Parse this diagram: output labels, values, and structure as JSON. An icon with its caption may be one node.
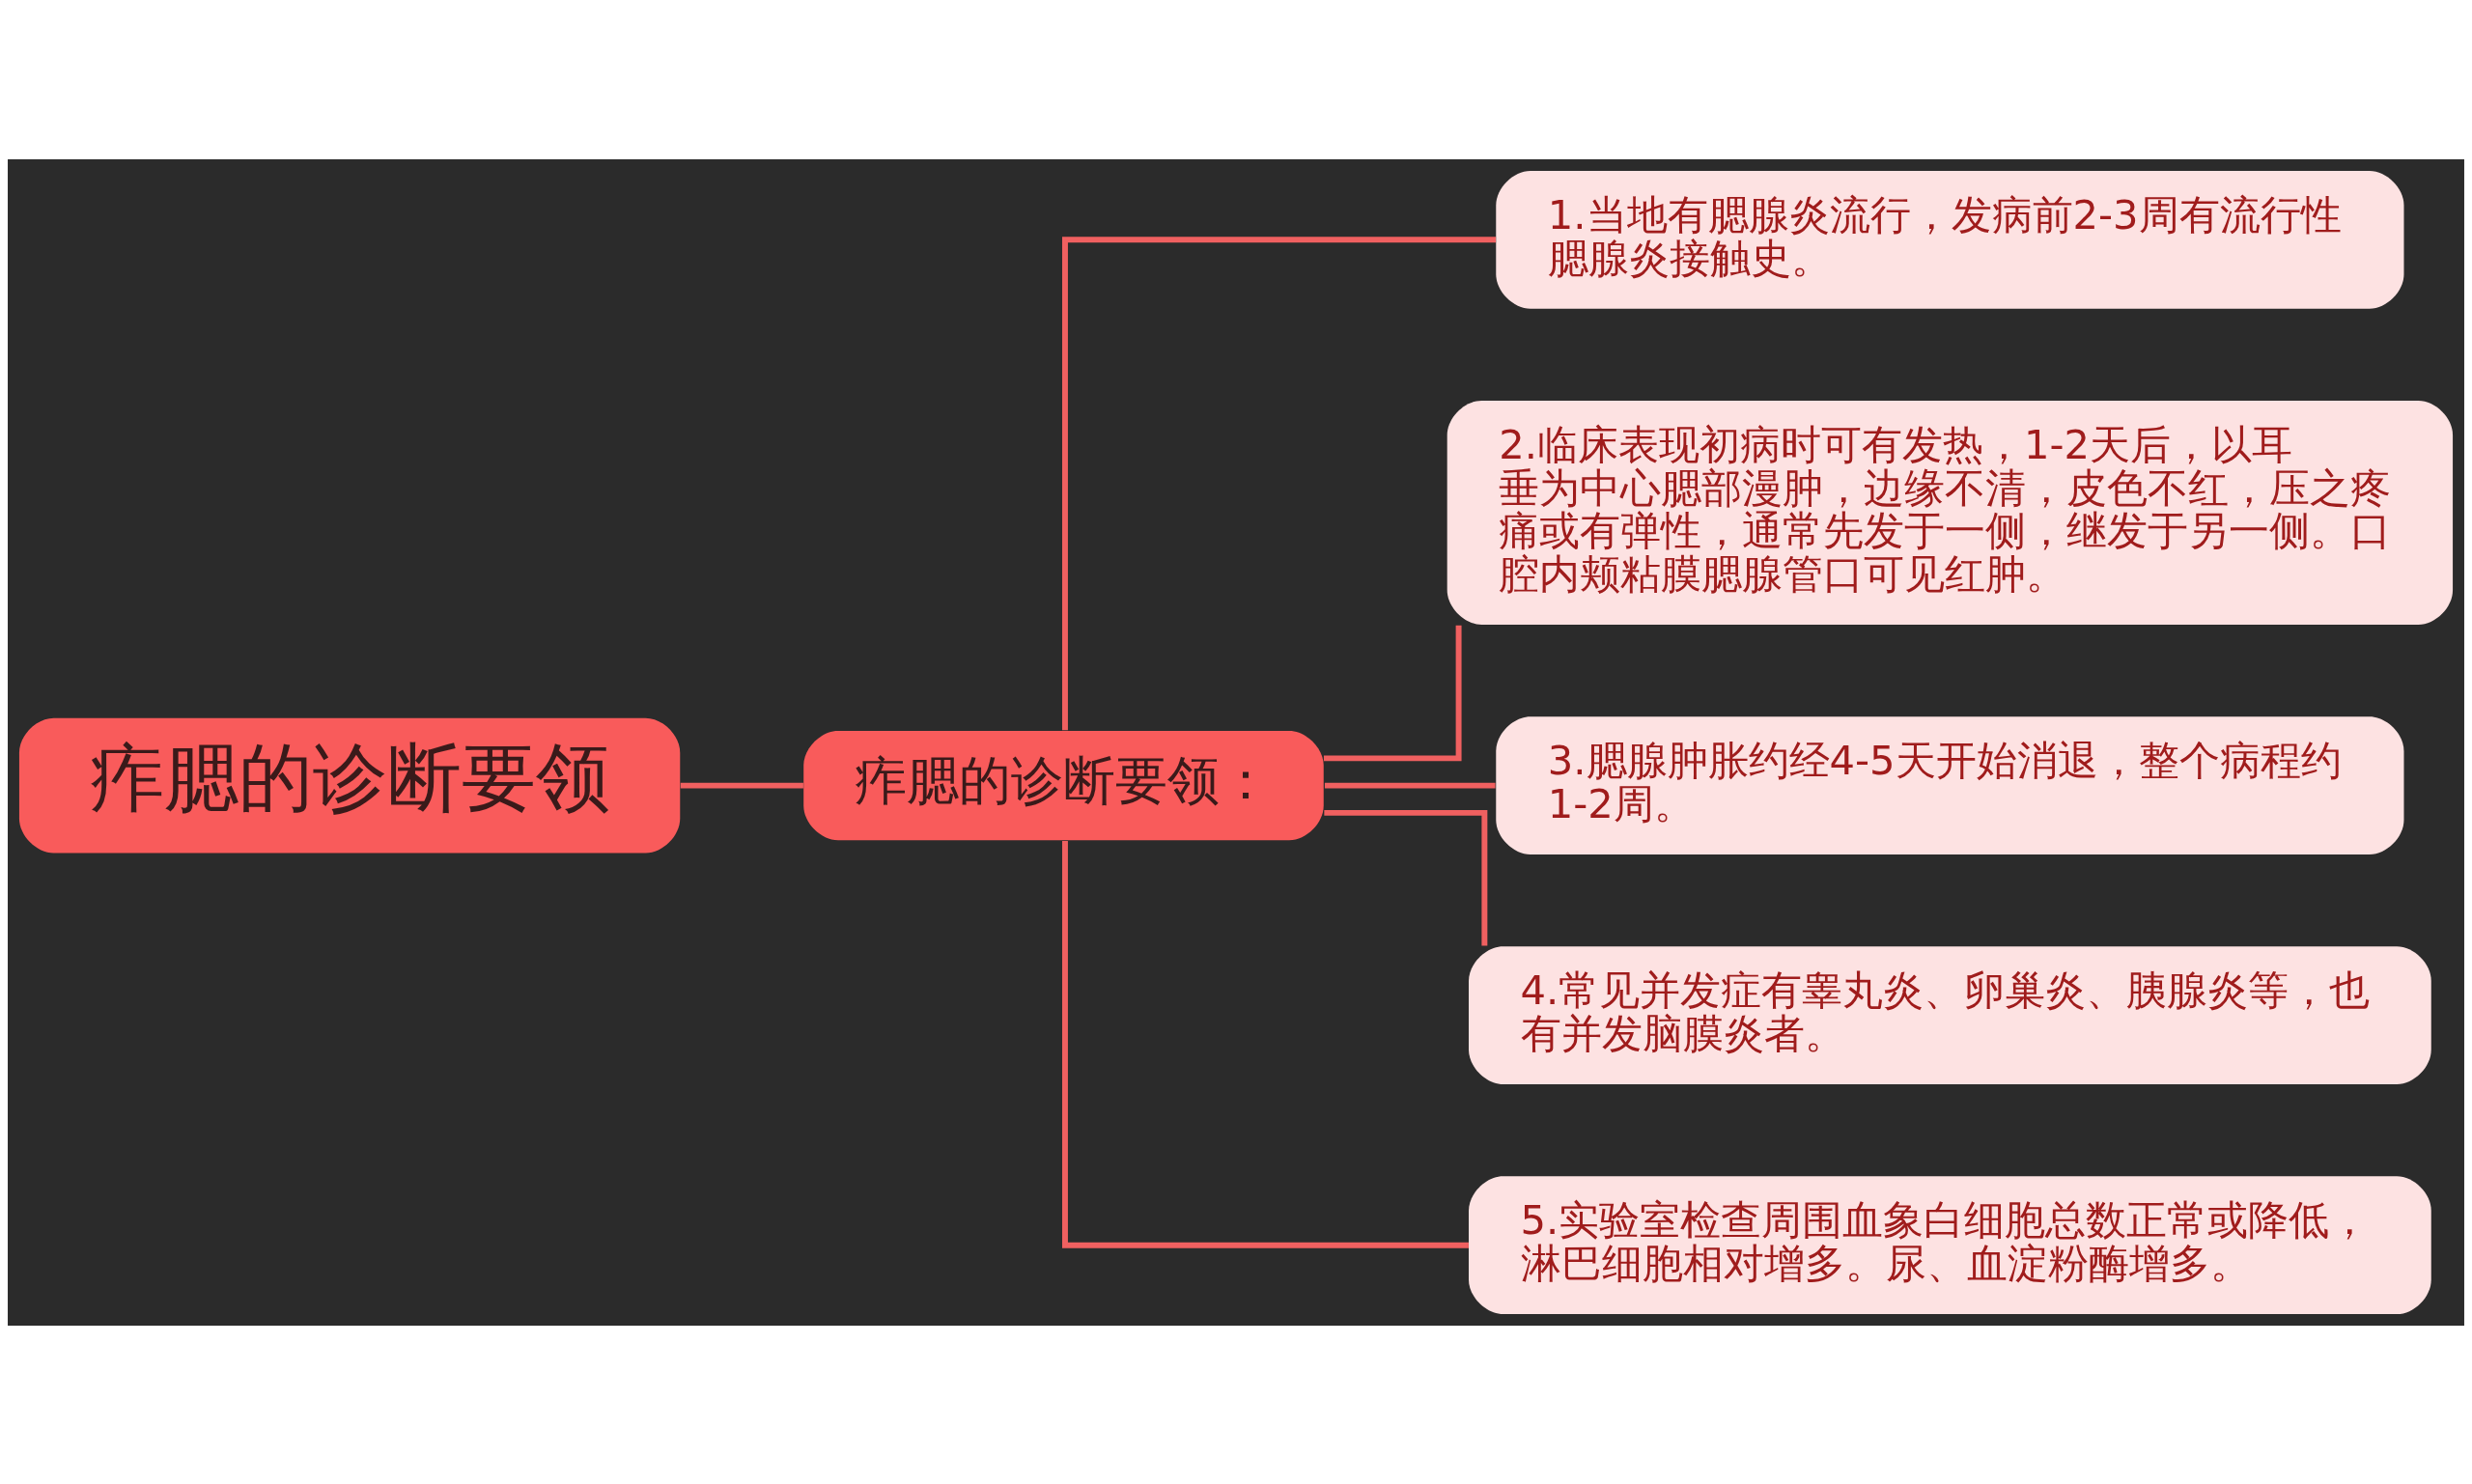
{
  "diagram": {
    "nodes": [
      {
        "text": [
          "痄腮的诊断要领"
        ]
      },
      {
        "text": [
          "痄腮的诊断要领："
        ]
      },
      {
        "text": [
          "1.当地有腮腺炎流行，发病前2-3周有流行性腮腺炎接触史。"
        ]
      },
      {
        "text": [
          "2.临床表现初病时可有发热，1-2天后，以耳垂为中心腮部漫肿，边缘不清，皮色不红，压之疼痛或有弹性，通常先发于一侧，继发于另一侧。口腔内颊粘膜腮腺管口可见红肿。"
        ]
      },
      {
        "text": [
          "3.腮腺肿胀约经4-5天开始消退，整个病程约1-2周。"
        ]
      },
      {
        "text": [
          "4.常见并发症有睾丸炎、卵巢炎、胰腺炎等，也有并发脑膜炎者。"
        ]
      },
      {
        "text": [
          "5.实验室检查周围血象白细胞总数正常或降低，淋巴细胞相对增多。尿、血淀粉酶增多。"
        ]
      }
    ],
    "edges": [
      {
        "from": 0,
        "to": 1,
        "arrow": "none"
      },
      {
        "from": 1,
        "to": 2,
        "arrow": "none"
      },
      {
        "from": 1,
        "to": 3,
        "arrow": "none"
      },
      {
        "from": 1,
        "to": 4,
        "arrow": "none"
      },
      {
        "from": 1,
        "to": 5,
        "arrow": "none"
      },
      {
        "from": 1,
        "to": 6,
        "arrow": "none"
      }
    ]
  }
}
